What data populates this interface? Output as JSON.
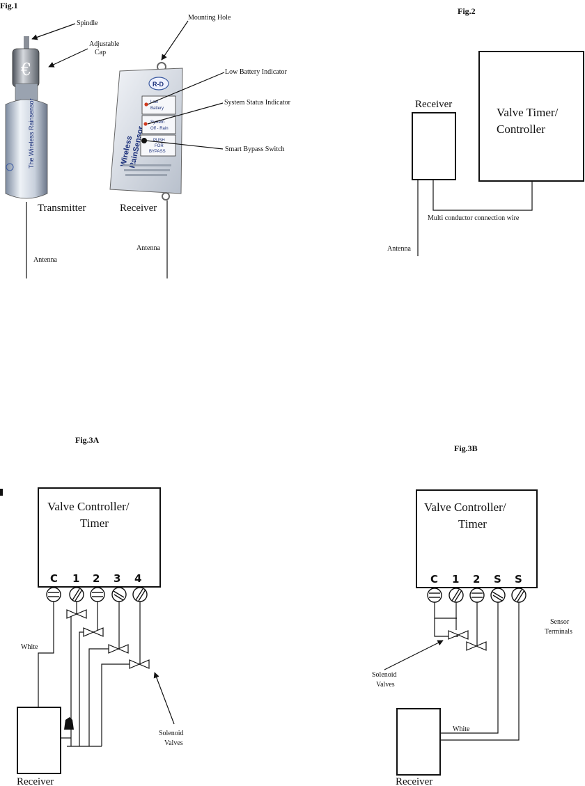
{
  "fig1": {
    "title": "Fig.1",
    "labels": {
      "spindle": "Spindle",
      "adjustable_cap_1": "Adjustable",
      "adjustable_cap_2": "Cap",
      "mounting_hole": "Mounting Hole",
      "low_battery_indicator": "Low Battery Indicator",
      "system_status_indicator": "System Status Indicator",
      "smart_bypass_switch": "Smart Bypass Switch",
      "transmitter": "Transmitter",
      "receiver": "Receiver",
      "antenna_left": "Antenna",
      "antenna_right": "Antenna"
    },
    "device_text": {
      "transmitter_brand": "The Wireless Rainsensor",
      "receiver_logo": "R-D",
      "receiver_brand_1": "Wireless",
      "receiver_brand_2": "RainSensor",
      "panel_low_1": "Low",
      "panel_low_2": "Battery",
      "panel_status_1": "System",
      "panel_status_2": "Off - Rain",
      "panel_bypass_1": "PUSH",
      "panel_bypass_2": "FOR",
      "panel_bypass_3": "BYPASS"
    }
  },
  "fig2": {
    "title": "Fig.2",
    "receiver_label": "Receiver",
    "controller_label_1": "Valve Timer/",
    "controller_label_2": "Controller",
    "wire_label": "Multi conductor connection wire",
    "antenna_label": "Antenna"
  },
  "fig3a": {
    "title": "Fig.3A",
    "controller_label_1": "Valve Controller/",
    "controller_label_2": "Timer",
    "terminals": [
      "C",
      "1",
      "2",
      "3",
      "4"
    ],
    "white_label": "White",
    "solenoid_label_1": "Solenoid",
    "solenoid_label_2": "Valves",
    "receiver_label": "Receiver"
  },
  "fig3b": {
    "title": "Fig.3B",
    "controller_label_1": "Valve Controller/",
    "controller_label_2": "Timer",
    "terminals": [
      "C",
      "1",
      "2",
      "S",
      "S"
    ],
    "sensor_label_1": "Sensor",
    "sensor_label_2": "Terminals",
    "solenoid_label_1": "Solenoid",
    "solenoid_label_2": "Valves",
    "white_label": "White",
    "receiver_label": "Receiver"
  }
}
